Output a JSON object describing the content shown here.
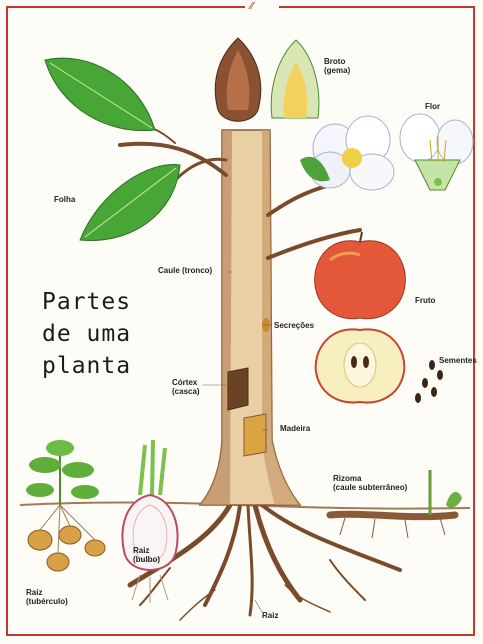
{
  "title": "Partes\nde uma\nplanta",
  "labels": {
    "broto": "Broto\n(gema)",
    "flor": "Flor",
    "folha": "Folha",
    "caule": "Caule (tronco)",
    "fruto": "Fruto",
    "secrecoes": "Secreções",
    "sementes": "Sementes",
    "cortex": "Córtex\n(casca)",
    "madeira": "Madeira",
    "rizoma": "Rizoma\n(caule subterrâneo)",
    "raiz_bulbo": "Raiz\n(bulbo)",
    "raiz_tuberculo": "Raiz\n(tubérculo)",
    "raiz": "Raiz"
  },
  "colors": {
    "frame": "#c0392b",
    "leaf": "#3f9b2f",
    "bark": "#8a5a36",
    "wood": "#e6c89a",
    "apple": "#e0553a"
  }
}
